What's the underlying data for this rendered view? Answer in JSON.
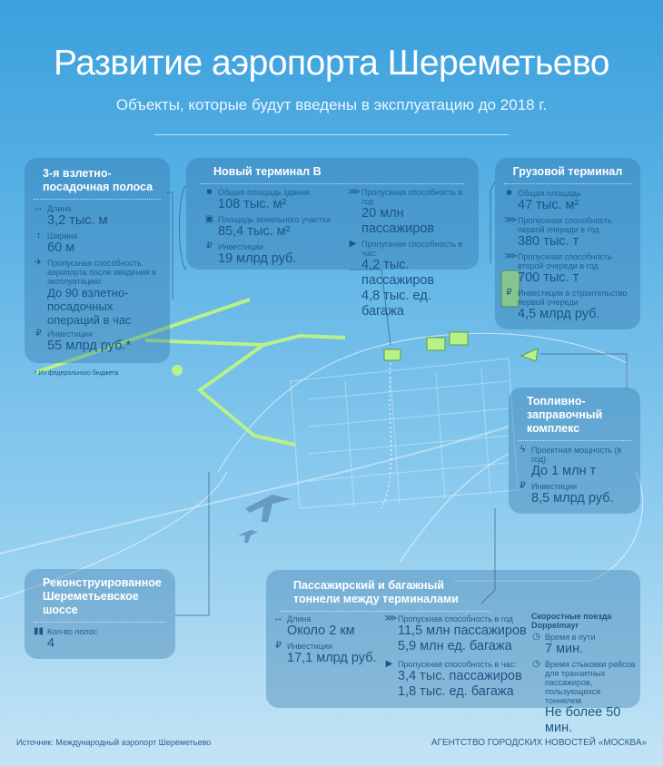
{
  "header": {
    "title": "Развитие аэропорта Шереметьево",
    "subtitle": "Объекты, которые будут введены в эксплуатацию до 2018 г."
  },
  "runway": {
    "title": "3-я взлетно-посадочная полоса",
    "length_label": "Длина",
    "length": "3,2 тыс. м",
    "width_label": "Ширина",
    "width": "60 м",
    "capacity_label": "Пропускная способность аэропорта после введения в эксплуатацию:",
    "capacity": "До 90 взлетно-посадочных операций в час",
    "invest_label": "Инвестиции",
    "invest": "55 млрд руб.*",
    "footnote": "* Из федерального бюджета"
  },
  "terminal_b": {
    "title": "Новый терминал В",
    "area_label": "Общая площадь здания",
    "area": "108 тыс. м²",
    "land_label": "Площадь земельного участка",
    "land": "85,4 тыс. м²",
    "invest_label": "Инвестиции",
    "invest": "19 млрд руб.",
    "year_label": "Пропускная способность в год",
    "year": "20 млн пассажиров",
    "hour_label": "Пропускная способность в час:",
    "hour_pax": "4,2 тыс. пассажиров",
    "hour_bag": "4,8 тыс. ед. багажа"
  },
  "cargo": {
    "title": "Грузовой терминал",
    "area_label": "Общая площадь",
    "area": "47 тыс. м²",
    "first_label": "Пропускная способность первой очереди в год",
    "first": "380 тыс. т",
    "second_label": "Пропускная способность второй очереди в год",
    "second": "700 тыс. т",
    "invest_label": "Инвестиции в строительство первой очереди",
    "invest": "4,5 млрд руб."
  },
  "fuel": {
    "title": "Топливно-заправочный комплекс",
    "power_label": "Проектная мощность (в год)",
    "power": "До 1 млн т",
    "invest_label": "Инвестиции",
    "invest": "8,5 млрд руб."
  },
  "road": {
    "title": "Реконструированное Шереметьевское шоссе",
    "lanes_label": "Кол-во полос",
    "lanes": "4"
  },
  "tunnels": {
    "title": "Пассажирский и багажный тоннели между терминалами",
    "length_label": "Длина",
    "length": "Около 2 км",
    "invest_label": "Инвестиции",
    "invest": "17,1 млрд руб.",
    "year_label": "Пропускная способность в год",
    "year_pax": "11,5 млн пассажиров",
    "year_bag": "5,9 млн ед. багажа",
    "hour_label": "Пропускная способность в час:",
    "hour_pax": "3,4 тыс. пассажиров",
    "hour_bag": "1,8 тыс. ед. багажа",
    "trains_title": "Скоростные поезда Doppelmayr",
    "time_label": "Время в пути",
    "time": "7 мин.",
    "transfer_label": "Время стыковки рейсов для транзитных пассажиров, пользующихся тоннелем",
    "transfer": "Не более 50 мин."
  },
  "footer": {
    "source": "Источник: Международный аэропорт Шереметьево",
    "agency": "АГЕНТСТВО ГОРОДСКИХ НОВОСТЕЙ «МОСКВА»"
  },
  "colors": {
    "green": "#b8f08a",
    "panel": "#2869a0",
    "text": "#1d5583"
  }
}
